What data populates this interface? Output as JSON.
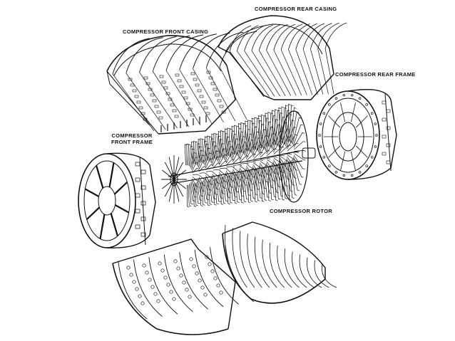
{
  "labels": {
    "front_casing": "COMPRESSOR FRONT CASING",
    "rear_casing": "COMPRESSOR REAR CASING",
    "rear_frame": "COMPRESSOR REAR FRAME",
    "front_frame_line1": "COMPRESSOR",
    "front_frame_line2": "FRONT FRAME",
    "rotor": "COMPRESSOR ROTOR"
  },
  "colors": {
    "ink": "#111111",
    "paper": "#ffffff"
  }
}
